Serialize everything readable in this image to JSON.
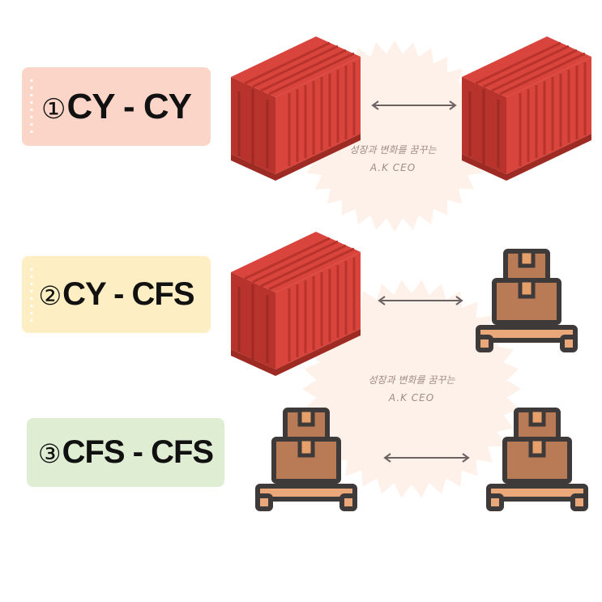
{
  "rows": [
    {
      "number": "①",
      "label": "CY - CY",
      "color": "#fcd5c9"
    },
    {
      "number": "②",
      "label": "CY - CFS",
      "color": "#fdefc3"
    },
    {
      "number": "③",
      "label": "CFS - CFS",
      "color": "#dfeed3"
    }
  ],
  "watermark": {
    "line1": "성장과 변화를 꿈꾸는",
    "line2": "A.K CEO"
  },
  "colors": {
    "container": "#d9453c",
    "container_dark": "#b8332c",
    "box": "#b97b56",
    "box_light": "#e8a06b",
    "outline": "#3f3a3a",
    "pallet": "#e9a77a",
    "burst": "#fdf1ea"
  }
}
